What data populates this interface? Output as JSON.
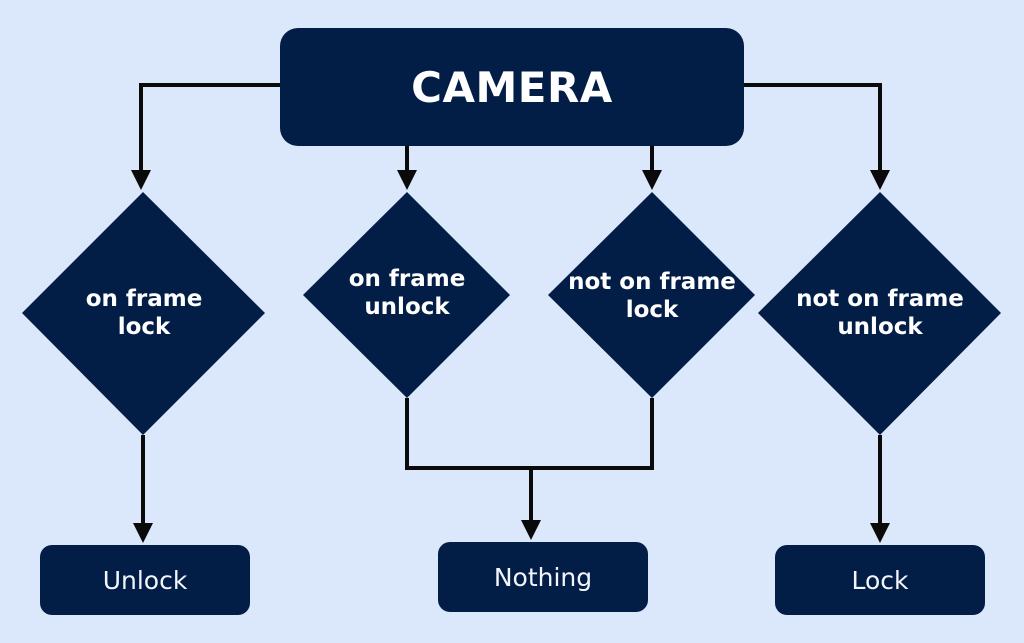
{
  "diagram": {
    "root": {
      "label": "CAMERA"
    },
    "conditions": [
      {
        "label": "on frame\nlock"
      },
      {
        "label": "on frame\nunlock"
      },
      {
        "label": "not on frame\nlock"
      },
      {
        "label": "not on frame\nunlock"
      }
    ],
    "results": [
      {
        "label": "Unlock"
      },
      {
        "label": "Nothing"
      },
      {
        "label": "Lock"
      }
    ],
    "colors": {
      "background": "#dbe8fc",
      "node_fill": "#031e46",
      "connector": "#0a0a0a",
      "text": "#ffffff"
    }
  }
}
